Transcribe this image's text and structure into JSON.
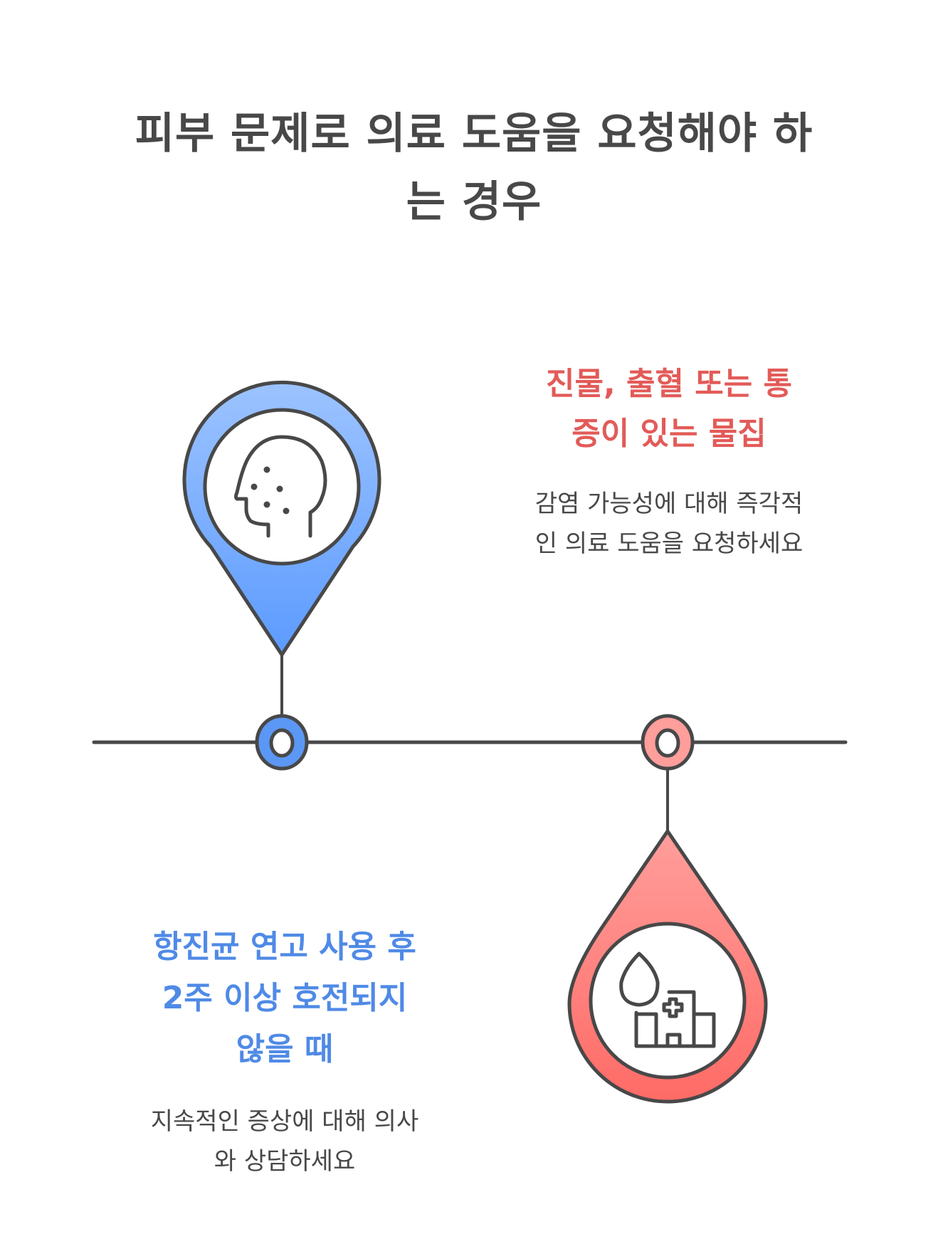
{
  "title": {
    "line1": "피부 문제로 의료 도움을 요청해야 하",
    "line2": "는 경우"
  },
  "colors": {
    "blue_accent": "#4f8ae6",
    "red_accent": "#e25b58",
    "stroke": "#484848",
    "text": "#484848"
  },
  "timeline": {
    "items": [
      {
        "position": "top",
        "marker_color": "#5b97f5",
        "icon": "face-with-spots-icon",
        "heading": [
          "진물, 출혈 또는 통",
          "증이 있는 물집"
        ],
        "heading_color": "#e25b58",
        "description": [
          "감염 가능성에 대해 즉각적",
          "인 의료 도움을 요청하세요"
        ]
      },
      {
        "position": "bottom",
        "marker_color": "#ff9e9b",
        "icon": "blood-drop-hospital-icon",
        "heading": [
          "항진균 연고 사용 후",
          "2주 이상 호전되지",
          "않을 때"
        ],
        "heading_color": "#4f8ae6",
        "description": [
          "지속적인 증상에 대해 의사",
          "와 상담하세요"
        ]
      }
    ]
  }
}
